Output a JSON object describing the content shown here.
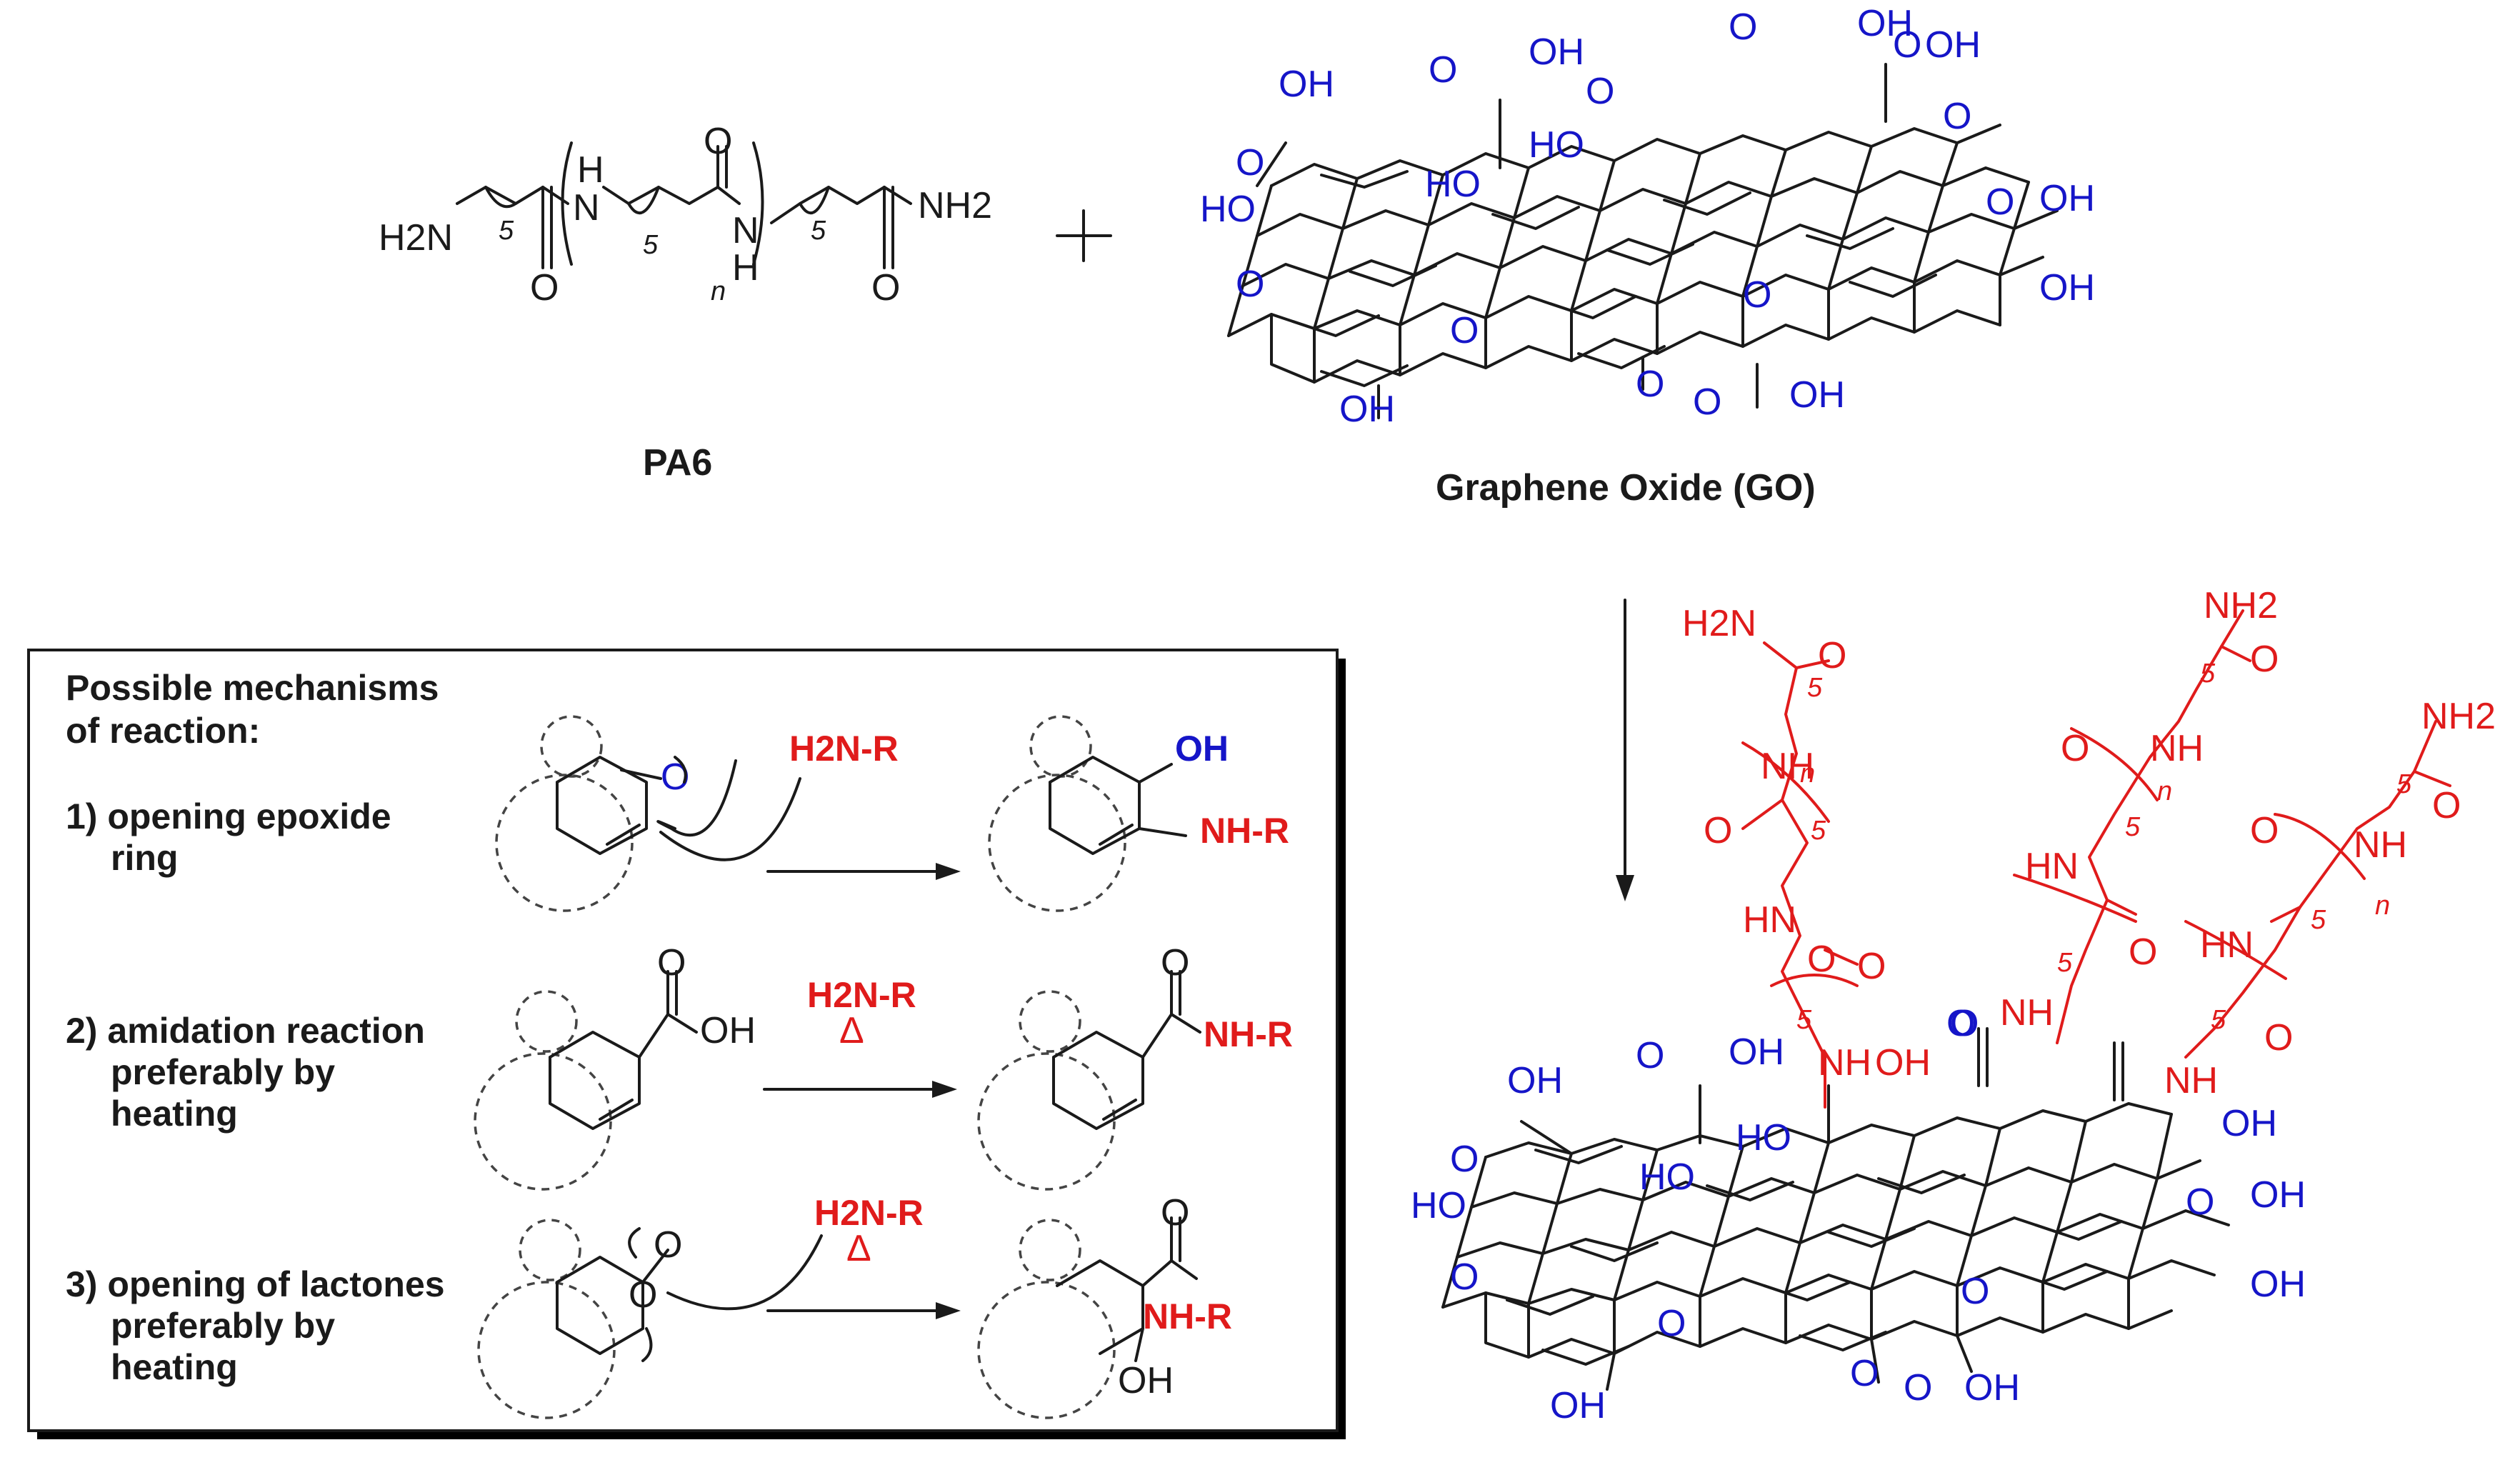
{
  "pa6": {
    "caption": "PA6",
    "h2n": "H2N",
    "nh2": "NH2",
    "n_left": "N",
    "h_top": "H",
    "n_right": "N",
    "h_bottom": "H",
    "o1": "O",
    "o2": "O",
    "o3": "O",
    "repeat_1": "5",
    "repeat_2": "5",
    "repeat_3": "5",
    "n_index": "n"
  },
  "plus": "+",
  "go": {
    "caption": "Graphene Oxide (GO)",
    "labels": [
      "OH",
      "O",
      "OH",
      "O",
      "OH",
      "O",
      "O",
      "O",
      "HO",
      "HO",
      "HO",
      "O",
      "OH",
      "OH",
      "O",
      "O",
      "O",
      "O",
      "O",
      "OH",
      "O",
      "OH",
      "OH"
    ]
  },
  "mechanisms": {
    "title_line1": "Possible mechanisms",
    "title_line2": "of reaction:",
    "m1_line1": "1) opening epoxide",
    "m1_line2": "ring",
    "m2_line1": "2) amidation reaction",
    "m2_line2": "preferably by",
    "m2_line3": "heating",
    "m3_line1": "3) opening of lactones",
    "m3_line2": "preferably by",
    "m3_line3": "heating",
    "reagent1": "H2N-R",
    "reagent2": "H2N-R",
    "heat2": "Δ",
    "reagent3": "H2N-R",
    "heat3": "Δ",
    "m1_epoxide_o": "O",
    "m1_prod_oh": "OH",
    "m1_prod_nhr": "NH-R",
    "m2_acid_o": "O",
    "m2_acid_oh": "OH",
    "m2_prod_o": "O",
    "m2_prod_nhr": "NH-R",
    "m3_lactone_o": "O",
    "m3_ring_o": "O",
    "m3_prod_o": "O",
    "m3_prod_nhr": "NH-R",
    "m3_prod_oh": "OH"
  },
  "product": {
    "chain_labels": [
      "H2N",
      "O",
      "NH",
      "O",
      "O",
      "HN",
      "O",
      "NH2",
      "O",
      "NH",
      "O",
      "HN",
      "O",
      "NH2",
      "O",
      "NH",
      "O",
      "HN",
      "O",
      "NH",
      "NH",
      "OH",
      "O",
      "NH"
    ],
    "n_indices": [
      "n",
      "n",
      "n"
    ],
    "repeat_labels": [
      "5",
      "5",
      "5",
      "5",
      "5",
      "5",
      "5",
      "5",
      "5"
    ],
    "go_labels": [
      "OH",
      "O",
      "OH",
      "O",
      "HO",
      "HO",
      "HO",
      "O",
      "OH",
      "O",
      "OH",
      "O",
      "O",
      "O",
      "O",
      "O",
      "OH",
      "OH",
      "OH"
    ]
  },
  "colors": {
    "black": "#1a1a1a",
    "oxygen_blue": "#1515c8",
    "polymer_red": "#e01b1b"
  }
}
